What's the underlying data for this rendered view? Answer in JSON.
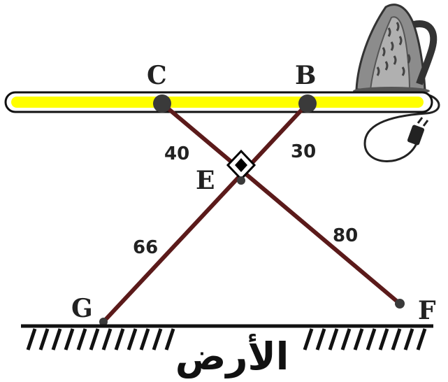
{
  "diagram": {
    "points": {
      "B": "B",
      "C": "C",
      "E": "E",
      "F": "F",
      "G": "G"
    },
    "lengths": {
      "CE": "40",
      "BE": "30",
      "GE": "66",
      "EF": "80"
    },
    "ground_label": "الأرض",
    "colors": {
      "board_fill": "#ffff00",
      "board_outline": "#111111",
      "leg": "#5b1a1a",
      "joint": "#3a3a3a",
      "iron_body": "#8c8c8c",
      "ground_hatch": "#111111"
    },
    "icons": [
      "iron-icon",
      "plug-icon",
      "right-angle-marker"
    ]
  }
}
